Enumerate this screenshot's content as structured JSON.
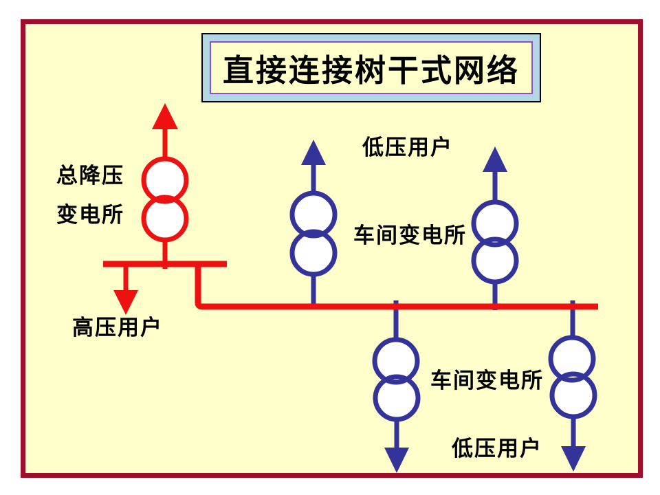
{
  "slide": {
    "title": "直接连接树干式网络",
    "background_color": "#FFFFCC",
    "frame_color": "#A10D2D",
    "title_box": {
      "band_color": "#B2D6E4",
      "inner_border_color": "#8A4FCC"
    }
  },
  "diagram": {
    "colors": {
      "hv_network_red": "#EE1111",
      "lv_network_blue": "#333399",
      "transformer_fill": "#FFFFFF"
    },
    "labels": {
      "main_substation_line1": "总降压",
      "main_substation_line2": "变电所",
      "hv_users": "高压用户",
      "lv_users_top": "低压用户",
      "workshop_substation_mid": "车间变电所",
      "workshop_substation_bottom": "车间变电所",
      "lv_users_bottom": "低压用户"
    }
  }
}
